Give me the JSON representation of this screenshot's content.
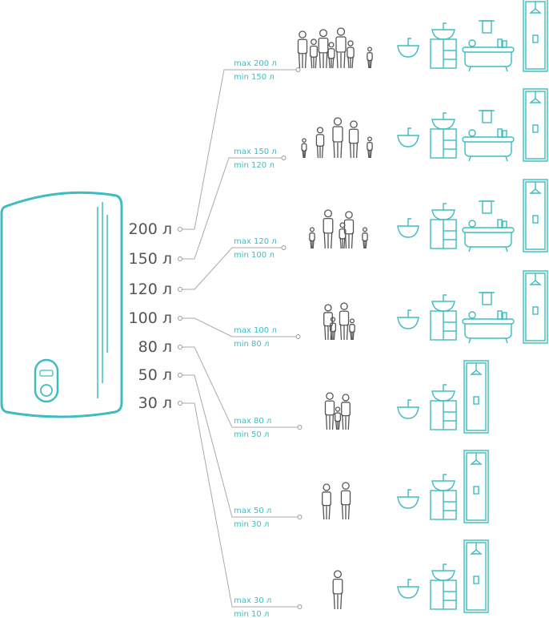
{
  "colors": {
    "accent": "#3dbdc0",
    "text": "#555555",
    "line": "#aaaaaa"
  },
  "heater": {
    "icon": "water-heater-icon"
  },
  "volumes": [
    "200 л",
    "150 л",
    "120 л",
    "100 л",
    "80 л",
    "50 л",
    "30 л"
  ],
  "rows": [
    {
      "max": "max 200 л",
      "min": "min 150 л",
      "people": 7,
      "fixtures": [
        "sink",
        "vanity",
        "bathtub",
        "shower"
      ]
    },
    {
      "max": "max 150 л",
      "min": "min 120 л",
      "people": 6,
      "fixtures": [
        "sink",
        "vanity",
        "bathtub",
        "shower"
      ]
    },
    {
      "max": "max 120 л",
      "min": "min 100 л",
      "people": 5,
      "fixtures": [
        "sink",
        "vanity",
        "bathtub",
        "shower"
      ]
    },
    {
      "max": "max 100 л",
      "min": "min 80 л",
      "people": 4,
      "fixtures": [
        "sink",
        "vanity",
        "bathtub",
        "shower"
      ]
    },
    {
      "max": "max 80 л",
      "min": "min 50 л",
      "people": 3,
      "fixtures": [
        "sink",
        "vanity",
        "shower"
      ]
    },
    {
      "max": "max 50 л",
      "min": "min 30 л",
      "people": 2,
      "fixtures": [
        "sink",
        "vanity",
        "shower"
      ]
    },
    {
      "max": "max 30 л",
      "min": "min 10 л",
      "people": 1,
      "fixtures": [
        "sink",
        "vanity",
        "shower"
      ]
    }
  ]
}
